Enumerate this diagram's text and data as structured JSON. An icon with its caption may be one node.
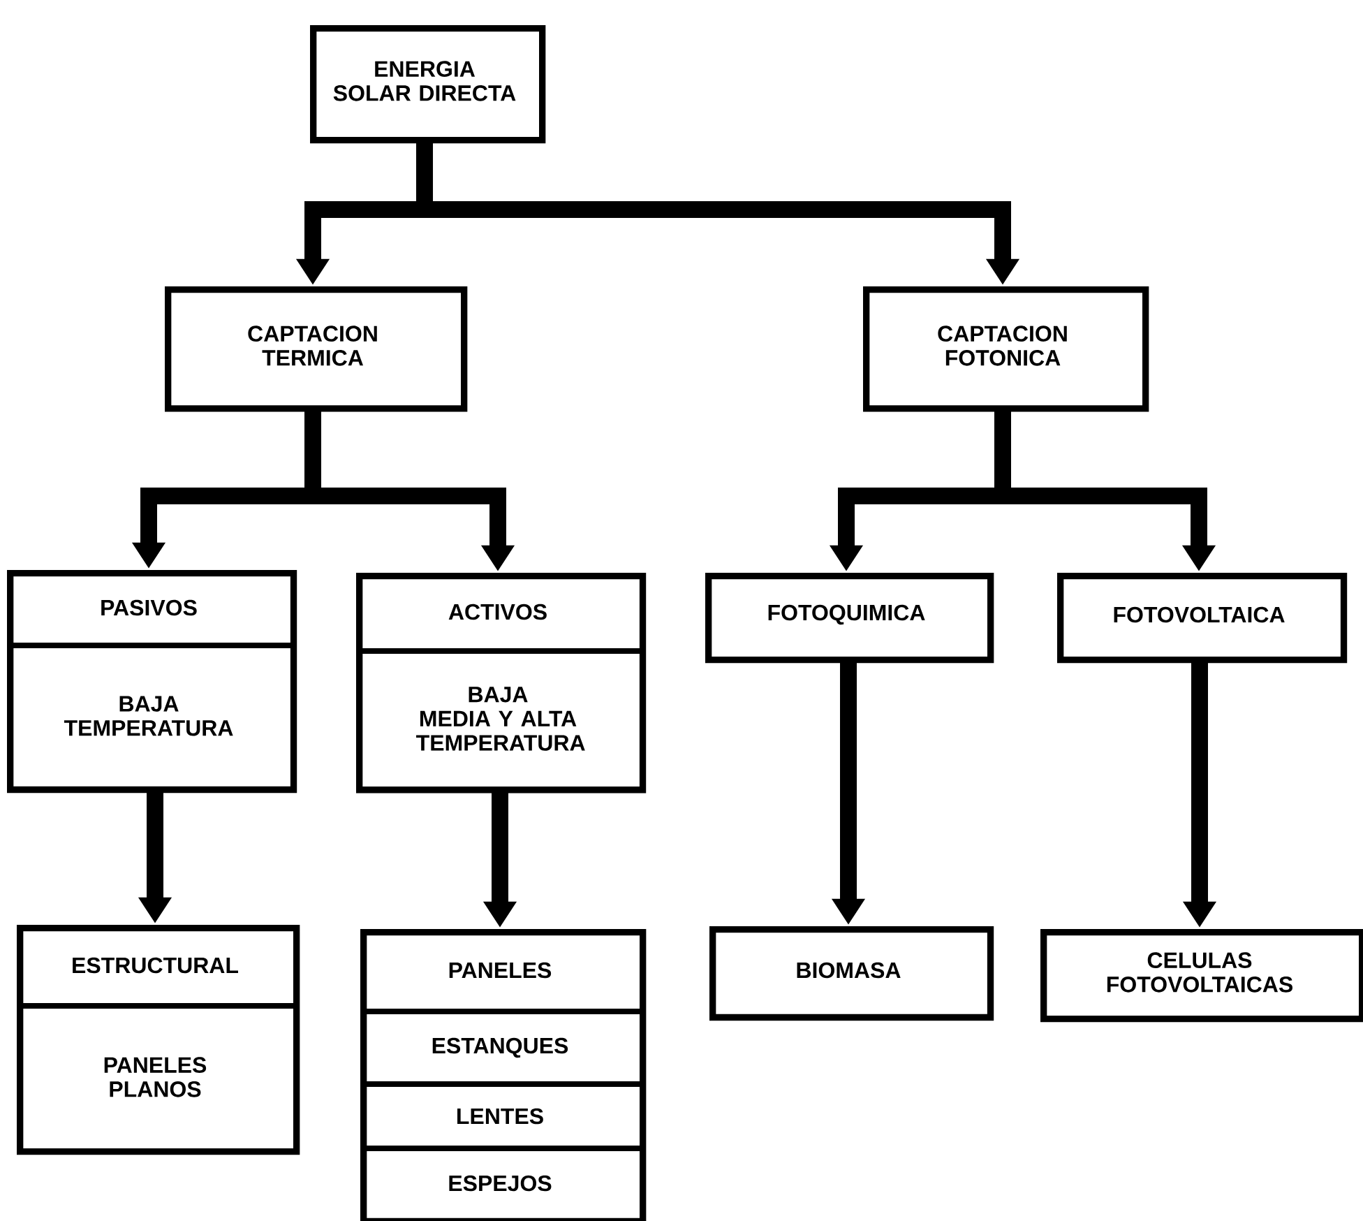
{
  "diagram": {
    "nodes": [
      {
        "text": [
          "ENERGIA SOLAR DIRECTA"
        ]
      },
      {
        "text": [
          "CAPTACION TERMICA"
        ]
      },
      {
        "text": [
          "CAPTACION FOTONICA"
        ]
      },
      {
        "text": [
          "PASIVOS",
          "BAJA TEMPERATURA"
        ]
      },
      {
        "text": [
          "ACTIVOS",
          "BAJA MEDIA Y ALTA TEMPERATURA"
        ]
      },
      {
        "text": [
          "FOTOQUIMICA"
        ]
      },
      {
        "text": [
          "FOTOVOLTAICA"
        ]
      },
      {
        "text": [
          "ESTRUCTURAL",
          "PANELES PLANOS"
        ]
      },
      {
        "text": [
          "PANELES",
          "ESTANQUES",
          "LENTES",
          "ESPEJOS"
        ]
      },
      {
        "text": [
          "BIOMASA"
        ]
      },
      {
        "text": [
          "CELULAS FOTOVOLTAICAS"
        ]
      }
    ],
    "edges": [
      {
        "from": 0,
        "to": 1,
        "arrow": "to"
      },
      {
        "from": 0,
        "to": 2,
        "arrow": "to"
      },
      {
        "from": 1,
        "to": 3,
        "arrow": "to"
      },
      {
        "from": 1,
        "to": 4,
        "arrow": "to"
      },
      {
        "from": 2,
        "to": 5,
        "arrow": "to"
      },
      {
        "from": 2,
        "to": 6,
        "arrow": "to"
      },
      {
        "from": 3,
        "to": 7,
        "arrow": "to"
      },
      {
        "from": 4,
        "to": 8,
        "arrow": "to"
      },
      {
        "from": 5,
        "to": 9,
        "arrow": "to"
      },
      {
        "from": 6,
        "to": 10,
        "arrow": "to"
      }
    ]
  }
}
